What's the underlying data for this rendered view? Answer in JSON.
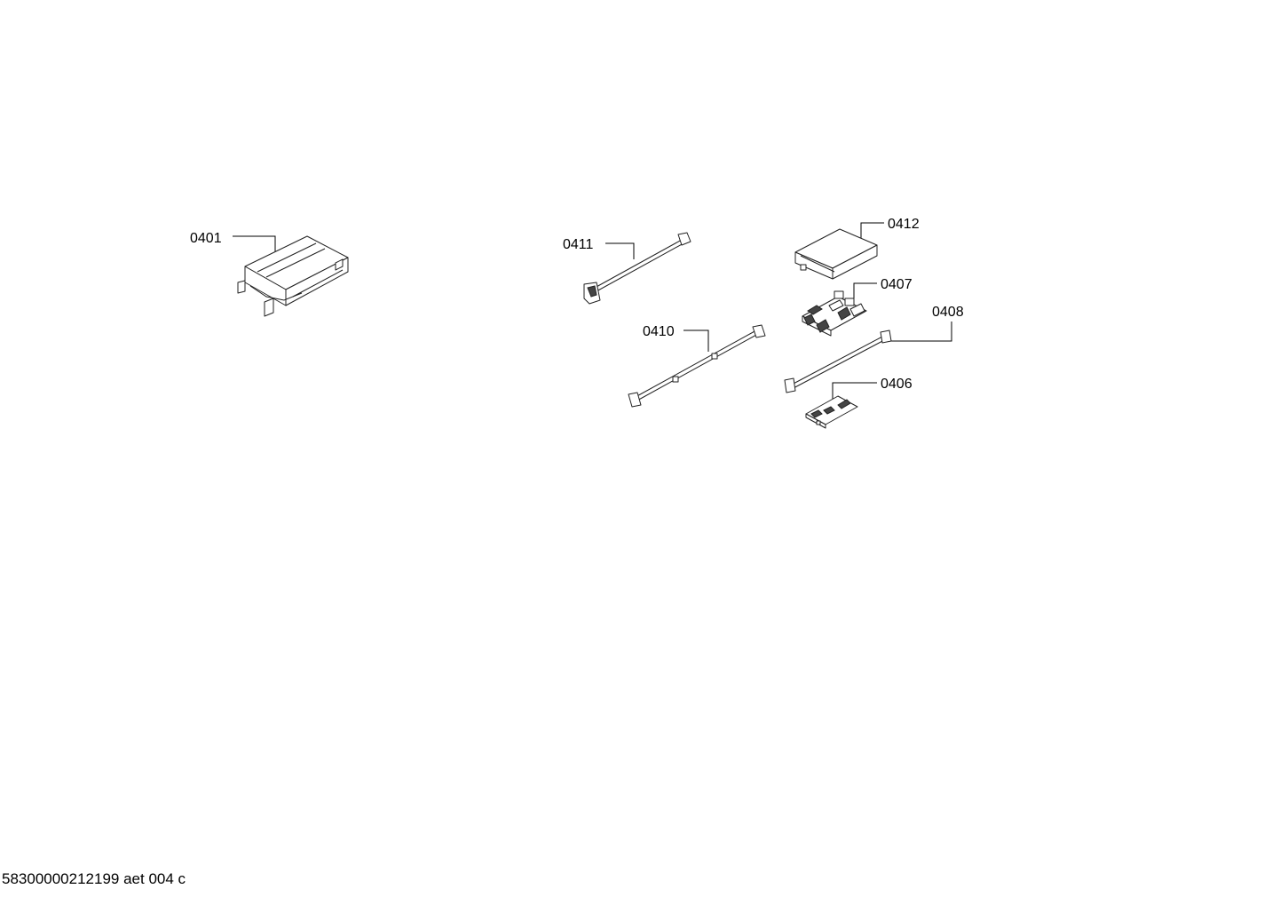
{
  "diagram": {
    "parts": [
      {
        "id": "0401",
        "label": "0401",
        "kind": "housing"
      },
      {
        "id": "0411",
        "label": "0411",
        "kind": "cable"
      },
      {
        "id": "0412",
        "label": "0412",
        "kind": "module-box"
      },
      {
        "id": "0407",
        "label": "0407",
        "kind": "circuit-board"
      },
      {
        "id": "0410",
        "label": "0410",
        "kind": "cable"
      },
      {
        "id": "0408",
        "label": "0408",
        "kind": "cable"
      },
      {
        "id": "0406",
        "label": "0406",
        "kind": "circuit-board"
      }
    ]
  },
  "footer": {
    "text": "58300000212199 aet 004 c"
  }
}
